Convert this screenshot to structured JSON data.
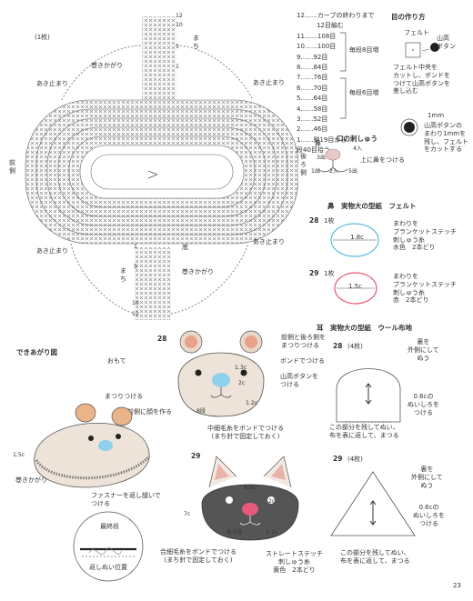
{
  "page_number": "23",
  "chart_top": {
    "one_piece": "(1枚)",
    "side_label": "前側",
    "labels": {
      "makikagari_top": "巻きかがり",
      "akidomari_left_top": "あき止まり",
      "akidomari_right_top": "あき止まり",
      "machi_top": "まち",
      "akidomari_left_bottom": "あき止まり",
      "akidomari_right_bottom": "あき止まり",
      "soko": "底",
      "makikagari_bottom": "巻きかがり",
      "machi_bottom": "まち"
    },
    "row_numbers_top": [
      "12",
      "10",
      "5",
      "1"
    ],
    "row_numbers_bottom": [
      "1",
      "5",
      "10",
      "12"
    ]
  },
  "row_guide": {
    "rows": [
      {
        "num": "12",
        "text": "……カーブの終わりまで"
      },
      {
        "num": "",
        "text": "12目編む"
      },
      {
        "num": "11",
        "text": "……108目"
      },
      {
        "num": "10",
        "text": "……100目"
      },
      {
        "num": "9",
        "text": "……92目"
      },
      {
        "num": "8",
        "text": "……84目"
      },
      {
        "num": "7",
        "text": "……76目"
      },
      {
        "num": "6",
        "text": "……70目"
      },
      {
        "num": "5",
        "text": "……64目"
      },
      {
        "num": "4",
        "text": "……58目"
      },
      {
        "num": "3",
        "text": "……52目"
      },
      {
        "num": "2",
        "text": "……46目"
      },
      {
        "num": "1",
        "text": "……鎖19目から"
      },
      {
        "num": "段",
        "text": "40目拾う"
      }
    ],
    "bracket_8": "毎段8目増",
    "bracket_6": "毎段6目増"
  },
  "eye": {
    "title": "目の作り方",
    "felt": "フェルト",
    "button": "山高\nボタン",
    "instructions": "フェルト中央を\nカットし、ボンドを\nつけて山高ボタンを\n差し込む",
    "mm": "1mm",
    "note": "山高ボタンの\nまわり1mmを\n残し、フェルト\nをカットする"
  },
  "mouth": {
    "title": "口の刺しゅう",
    "nose": "鼻",
    "back": "後ろ側",
    "up_label": "上に鼻をつける",
    "points": [
      "4入",
      "3出",
      "2入",
      "1出",
      "5出"
    ]
  },
  "nose_pattern": {
    "title": "鼻　実物大の型紙　フェルト",
    "n28": "28",
    "n28_count": "1枚",
    "n28_size": "1.8c",
    "n28_note": "まわりを\nブランケットステッチ\n刺しゅう糸\n水色　2本どり",
    "n29": "29",
    "n29_count": "1枚",
    "n29_size": "1.5c",
    "n29_note": "まわりを\nブランケットステッチ\n刺しゅう糸\n赤　2本どり"
  },
  "ear_pattern": {
    "title": "耳　実物大の型紙　ウール布地",
    "n28": "28",
    "n28_count": "(4枚)",
    "n28_ura": "裏を\n外側にして\nぬう",
    "n28_seam": "0.6cの\nぬいしろを\nつける",
    "n28_open": "この部分を残してぬい、\n布を表に返して、まつる",
    "n29": "29",
    "n29_count": "(4枚)",
    "n29_ura": "裏を\n外側にして\nぬう",
    "n29_seam": "0.6cの\nぬいしろを\nつける",
    "n29_open": "この部分を残してぬい、\n布を表に返して、まつる"
  },
  "bear28": {
    "num": "28",
    "ear_note": "前側と後ろ側を\nまつりつける",
    "bond": "ボンドでつける",
    "button": "山高ボタンを\nつける",
    "d13": "1.3c",
    "d2": "2c",
    "d12": "1.2c",
    "row8": "8段",
    "yarn": "中細毛糸をボンドでつける\n(まち針で固定しておく)"
  },
  "cat29": {
    "num": "29",
    "d95": "9.5c",
    "d2": "2c",
    "d7": "7c",
    "row85": "8.5段",
    "d11": "1.1c",
    "yarn": "合細毛糸をボンドでつける\n(まち針で固定しておく)",
    "stitch": "ストレートステッチ\n刺しゅう糸\n黄色　2本どり"
  },
  "finished": {
    "title": "できあがり図",
    "front": "おもて",
    "ears": "まつりつける",
    "face": "前側に顔を作る",
    "side": "1.5c",
    "makikagari": "巻きかがり",
    "zipper": "ファスナーを返し縫いで\nつける",
    "last_row": "最終段",
    "backstitch": "返しぬい位置"
  }
}
